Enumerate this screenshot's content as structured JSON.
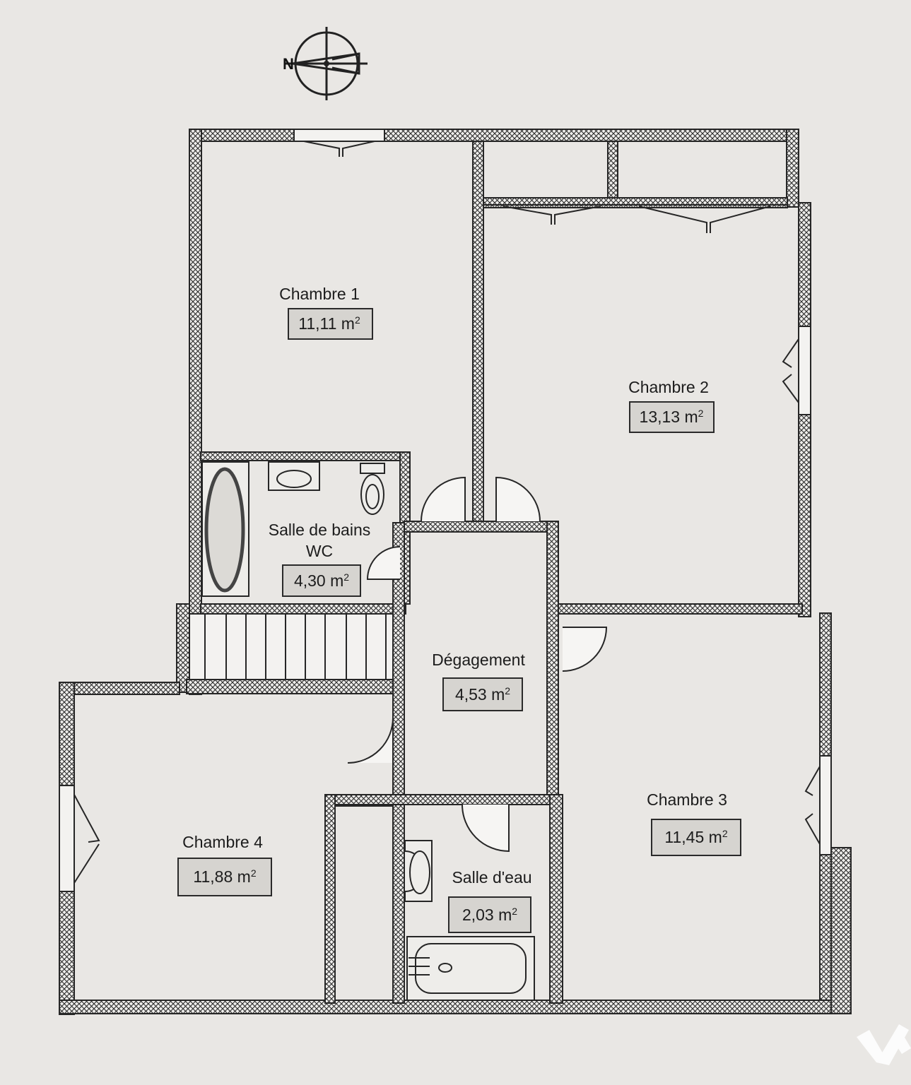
{
  "compass": {
    "north_letter": "N",
    "icon": "compass-icon"
  },
  "rooms": [
    {
      "id": "chambre-1",
      "name": "Chambre 1",
      "area": "11,11"
    },
    {
      "id": "chambre-2",
      "name": "Chambre 2",
      "area": "13,13"
    },
    {
      "id": "salle-de-bains",
      "name": "Salle de bains",
      "name2": "WC",
      "area": "4,30"
    },
    {
      "id": "degagement",
      "name": "Dégagement",
      "area": "4,53"
    },
    {
      "id": "chambre-3",
      "name": "Chambre 3",
      "area": "11,45"
    },
    {
      "id": "chambre-4",
      "name": "Chambre 4",
      "area": "11,88"
    },
    {
      "id": "salle-d-eau",
      "name": "Salle d'eau",
      "area": "2,03"
    }
  ],
  "area_unit": "m",
  "area_unit_exponent": "2",
  "colors": {
    "wall": "#262626",
    "paper": "#e9e7e4",
    "label_fill": "#d6d4d0"
  },
  "logo": {
    "icon": "watermark-logo"
  }
}
